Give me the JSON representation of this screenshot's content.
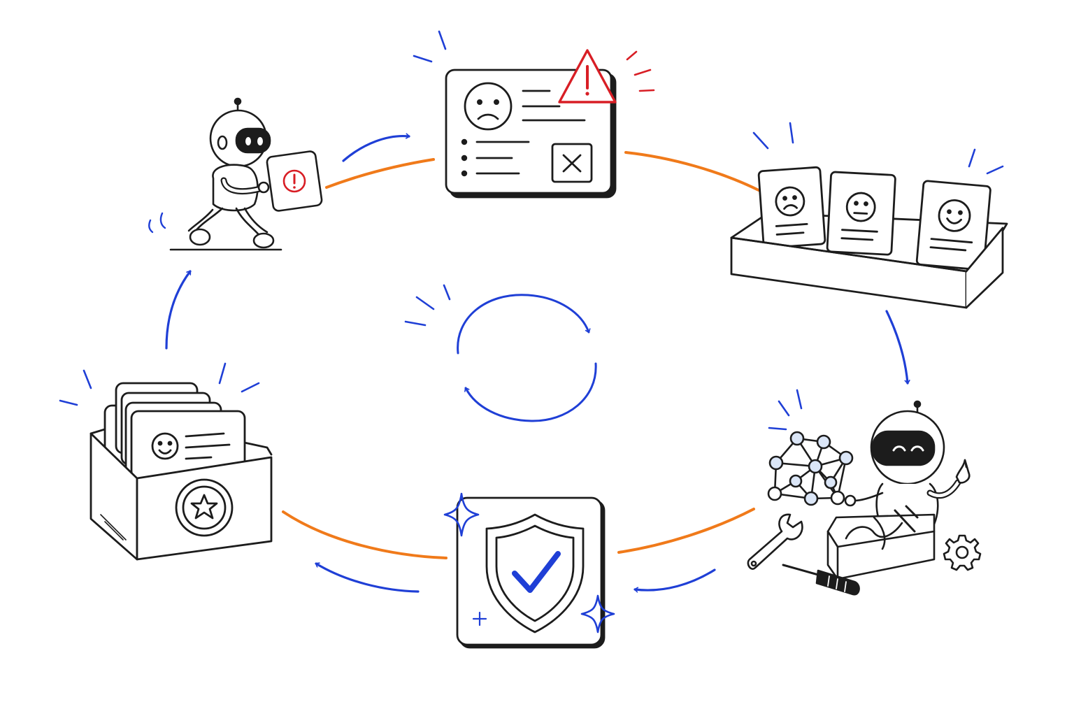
{
  "colors": {
    "ink": "#1c1c1c",
    "accent_blue": "#1f3fd6",
    "accent_orange": "#f07a1a",
    "alert_red": "#d81e25",
    "card_fill": "#ffffff",
    "node_fill": "#dbe6f7"
  },
  "stages": [
    {
      "id": "report",
      "icon": "robot-walking-with-alert-card-icon"
    },
    {
      "id": "triage",
      "icon": "error-report-window-icon"
    },
    {
      "id": "sort",
      "icon": "feedback-cards-tray-icon"
    },
    {
      "id": "repair",
      "icon": "robot-repair-toolkit-icon"
    },
    {
      "id": "verify",
      "icon": "shield-checkmark-icon"
    },
    {
      "id": "archive",
      "icon": "starred-file-box-icon"
    }
  ],
  "center_icon": "refresh-cycle-icon"
}
